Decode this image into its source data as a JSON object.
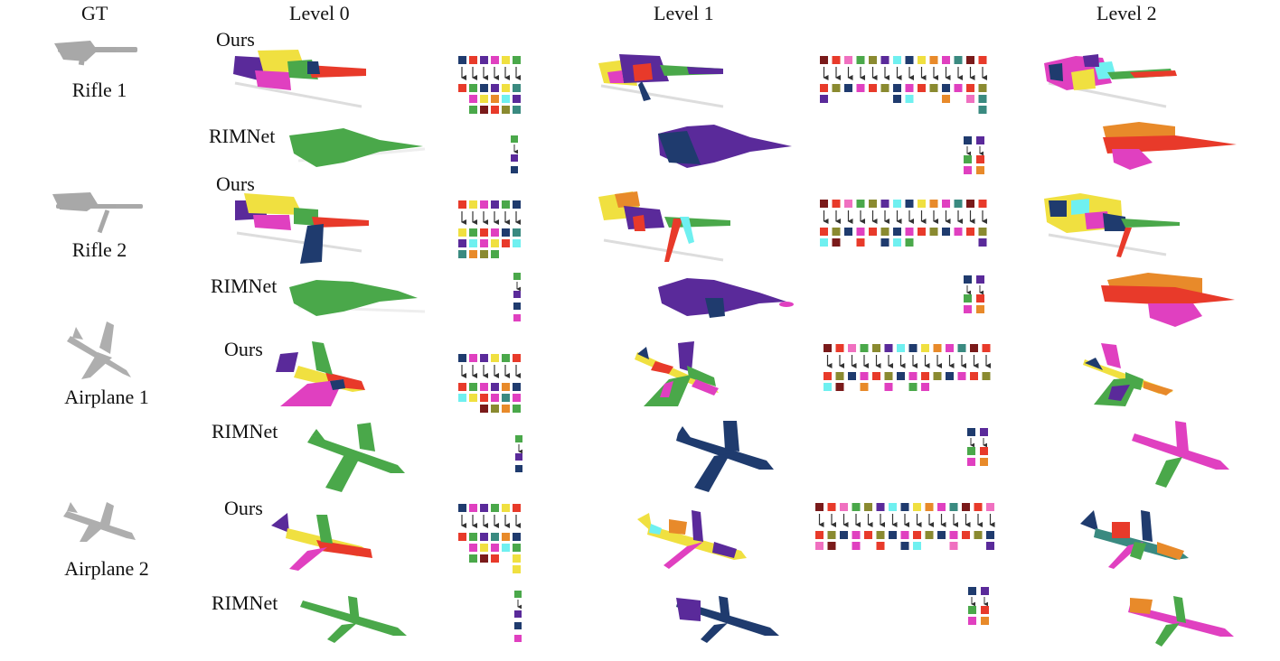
{
  "headers": {
    "gt": "GT",
    "level0": "Level 0",
    "level1": "Level 1",
    "level2": "Level 2"
  },
  "shapes": [
    {
      "name": "Rifle 1",
      "ours": "Ours",
      "baseline": "RIMNet"
    },
    {
      "name": "Rifle 2",
      "ours": "Ours",
      "baseline": "RIMNet"
    },
    {
      "name": "Airplane 1",
      "ours": "Ours",
      "baseline": "RIMNet"
    },
    {
      "name": "Airplane 2",
      "ours": "Ours",
      "baseline": "RIMNet"
    }
  ],
  "colors": {
    "navy": "#1f3b6e",
    "maroon": "#7a1a1a",
    "purple": "#5a2a9a",
    "magenta": "#e040c0",
    "green": "#4aa84a",
    "yellow": "#f0e040",
    "red": "#e83a2a",
    "cyan": "#6ff0f0",
    "teal": "#3a8a80",
    "olive": "#8a8a30",
    "orange": "#e88a2a",
    "pink": "#f070c0",
    "gray_gt": "#9a9a9a"
  }
}
